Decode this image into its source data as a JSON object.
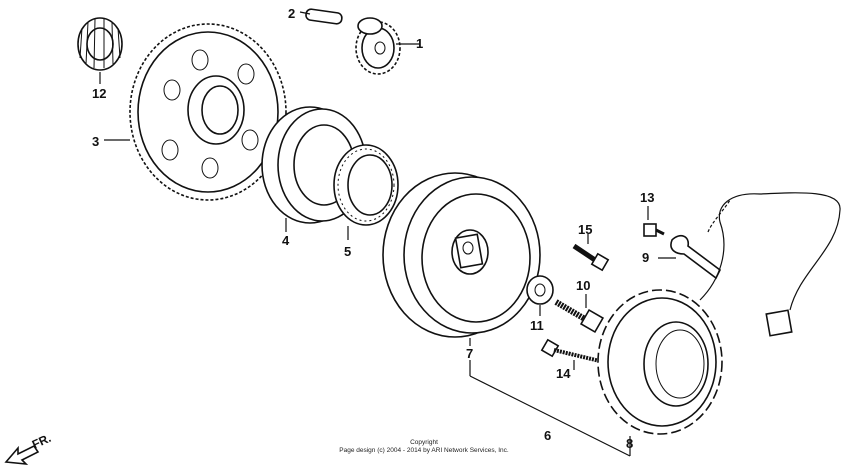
{
  "callouts": {
    "c1": "1",
    "c2": "2",
    "c3": "3",
    "c4": "4",
    "c5": "5",
    "c6": "6",
    "c7": "7",
    "c8": "8",
    "c9": "9",
    "c10": "10",
    "c11": "11",
    "c12": "12",
    "c13": "13",
    "c14": "14",
    "c15": "15"
  },
  "direction_label": "FR.",
  "copyright": {
    "line1": "Copyright",
    "line2": "Page design (c) 2004 - 2014 by ARI Network Services, Inc."
  }
}
